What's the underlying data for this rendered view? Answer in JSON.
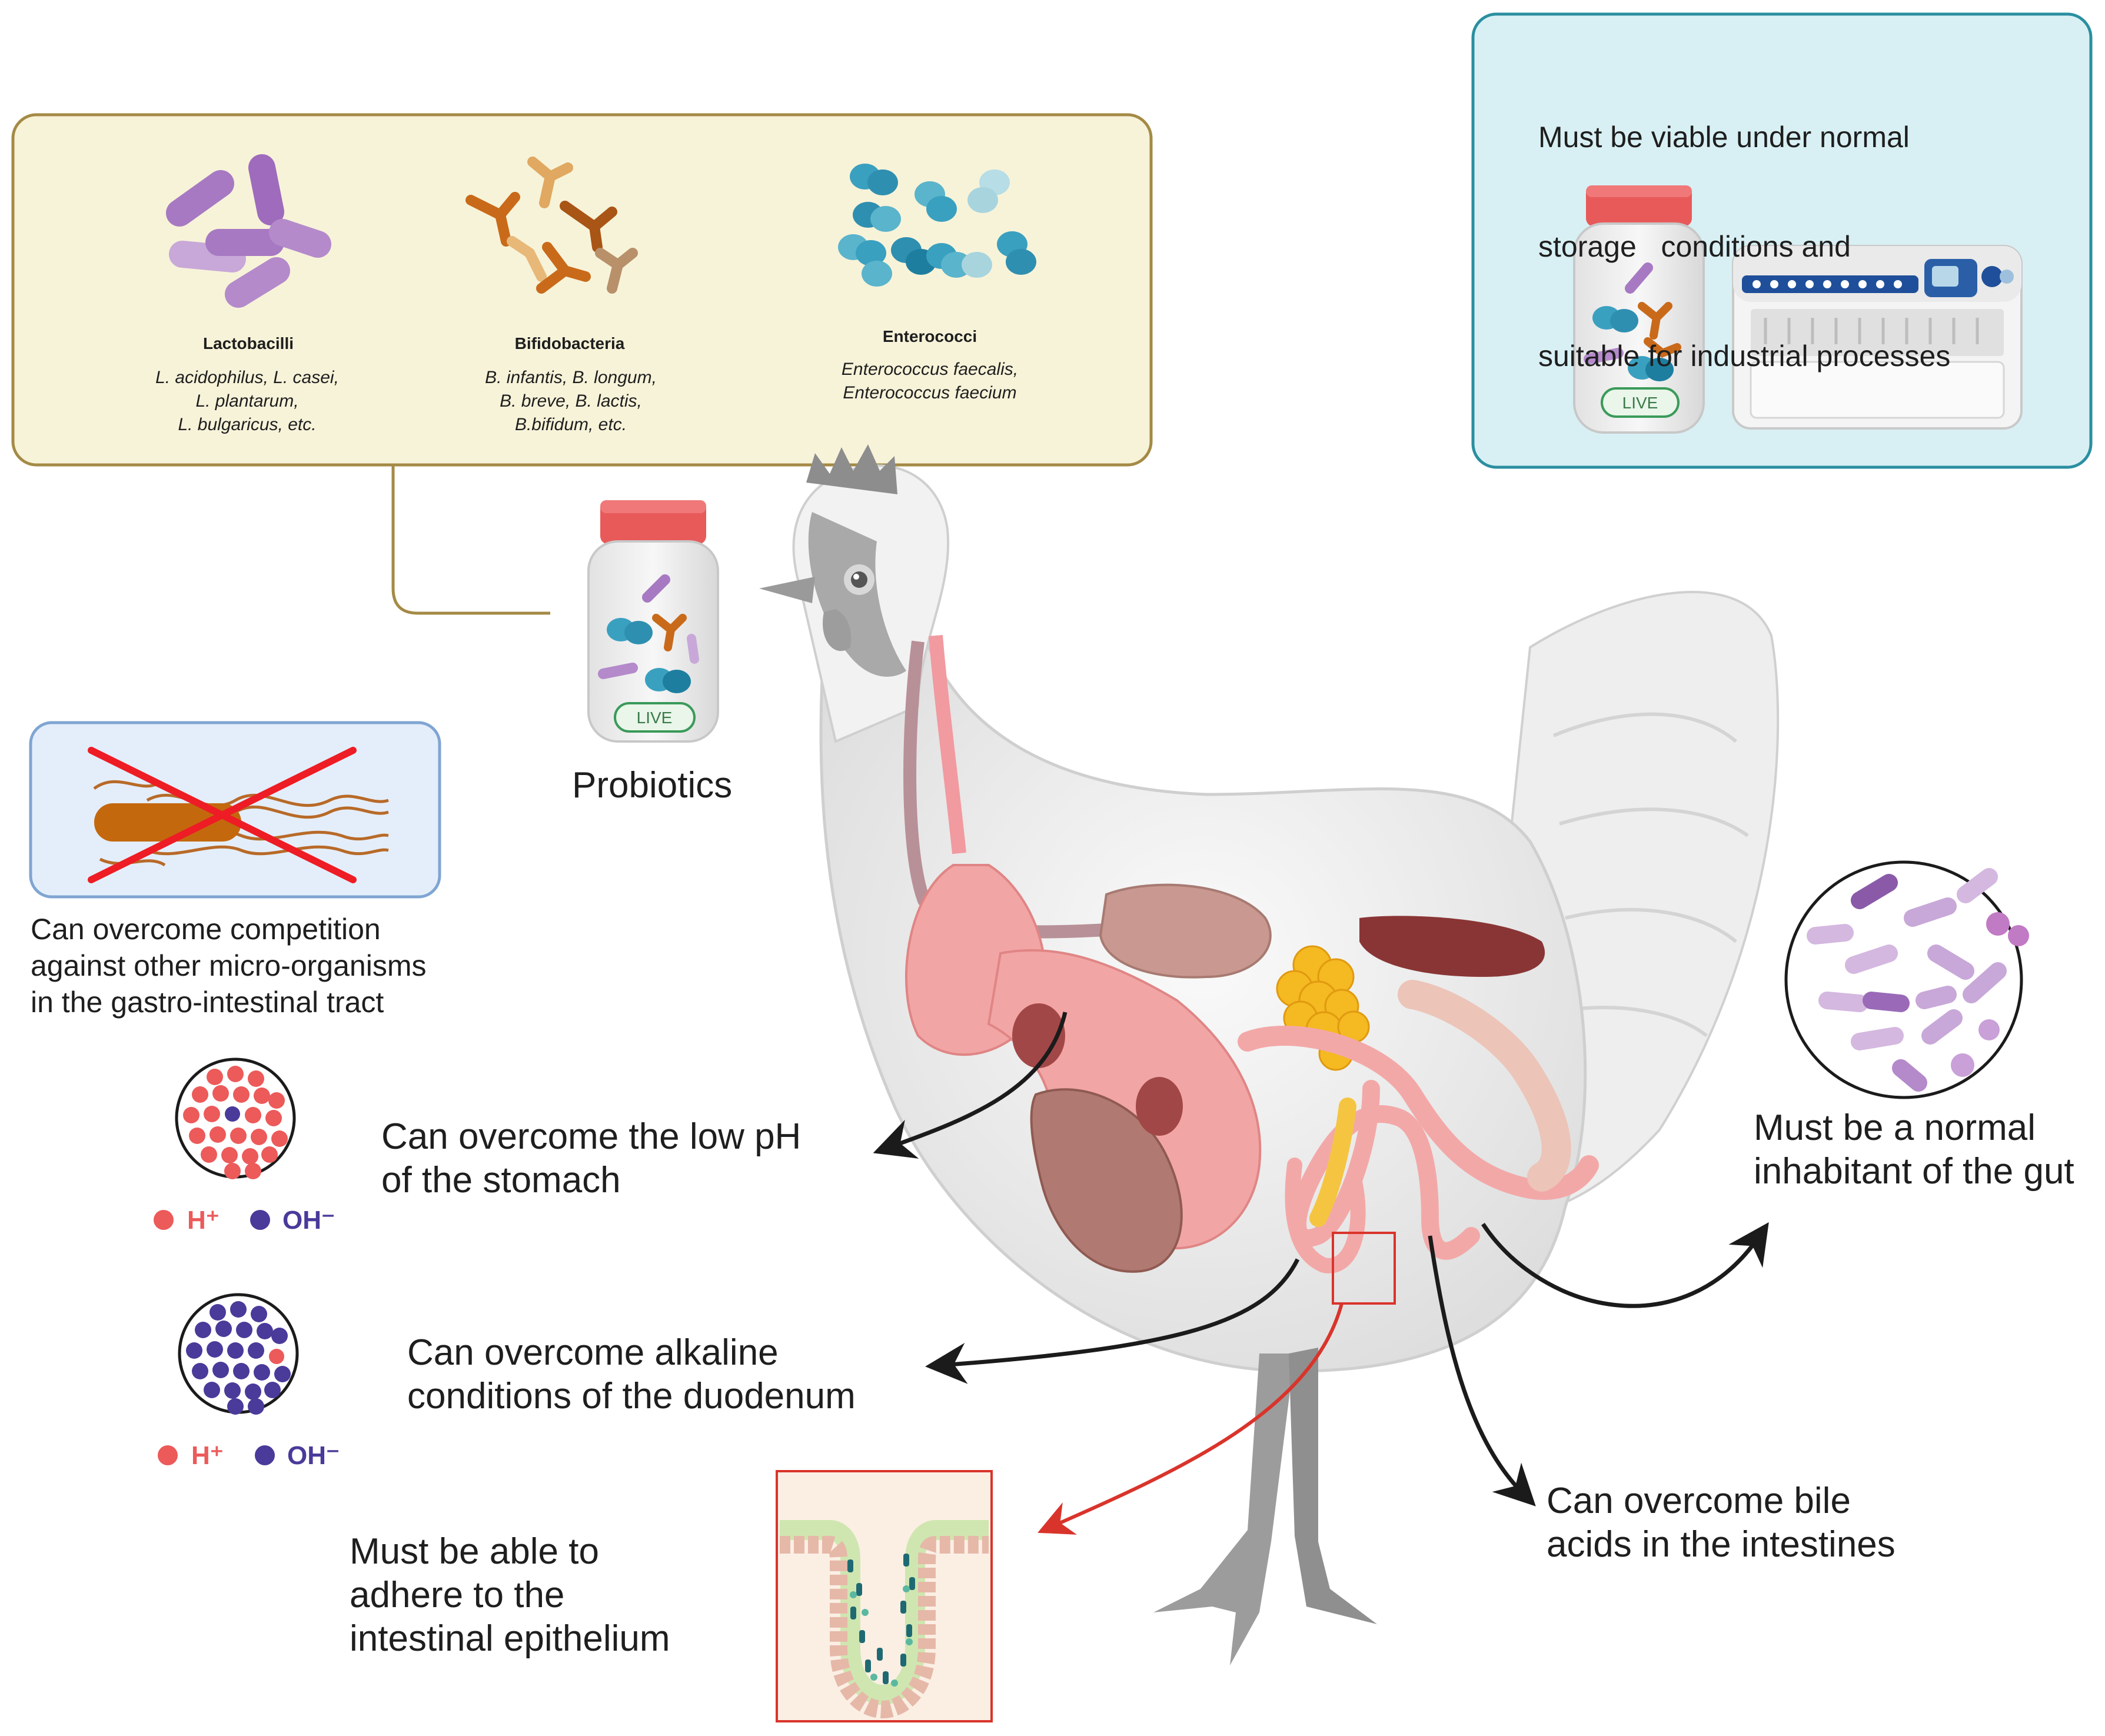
{
  "strains_box": {
    "groups": [
      {
        "name": "Lactobacilli",
        "species": [
          "L. acidophilus, L. casei,",
          "L. plantarum,",
          "L. bulgaricus, etc."
        ]
      },
      {
        "name": "Bifidobacteria",
        "species": [
          "B. infantis, B. longum,",
          "B. breve, B. lactis,",
          "B.bifidum, etc."
        ]
      },
      {
        "name": "Enterococci",
        "species": [
          "Enterococcus faecalis,",
          "Enterococcus faecium"
        ]
      }
    ]
  },
  "storage_box": {
    "lines": [
      "Must be viable under normal",
      "storage   conditions and",
      "suitable for industrial processes"
    ]
  },
  "bottle_tag": "LIVE",
  "probiotics_label": "Probiotics",
  "competition": {
    "lines": [
      "Can overcome competition",
      "against other micro-organisms",
      "in the gastro-intestinal tract"
    ]
  },
  "low_ph": {
    "lines": [
      "Can overcome the low pH",
      "of the stomach"
    ]
  },
  "alkaline": {
    "lines": [
      "Can overcome alkaline",
      "conditions of the duodenum"
    ]
  },
  "ions": {
    "h": "H⁺",
    "oh": "OH⁻"
  },
  "adhere": {
    "lines": [
      "Must be able to",
      "adhere to the",
      "intestinal epithelium"
    ]
  },
  "bile": {
    "lines": [
      "Can overcome bile",
      "acids in the intestines"
    ]
  },
  "normal": {
    "lines": [
      "Must be a normal",
      "inhabitant of the gut"
    ]
  },
  "colors": {
    "strains_fill": "#f7f3d9",
    "strains_border": "#a48a45",
    "storage_fill": "#d8f0f4",
    "storage_border": "#2a8fa0",
    "competition_fill": "#e4eefa",
    "competition_border": "#7fa5d2",
    "hplus": "#ec5a5a",
    "ohminus": "#4a3a9a",
    "red_arrow": "#d9342b",
    "lactobacilli": "#a779c2",
    "bifidobacteria": "#c96a1a",
    "enterococci": "#3aa0c0"
  }
}
